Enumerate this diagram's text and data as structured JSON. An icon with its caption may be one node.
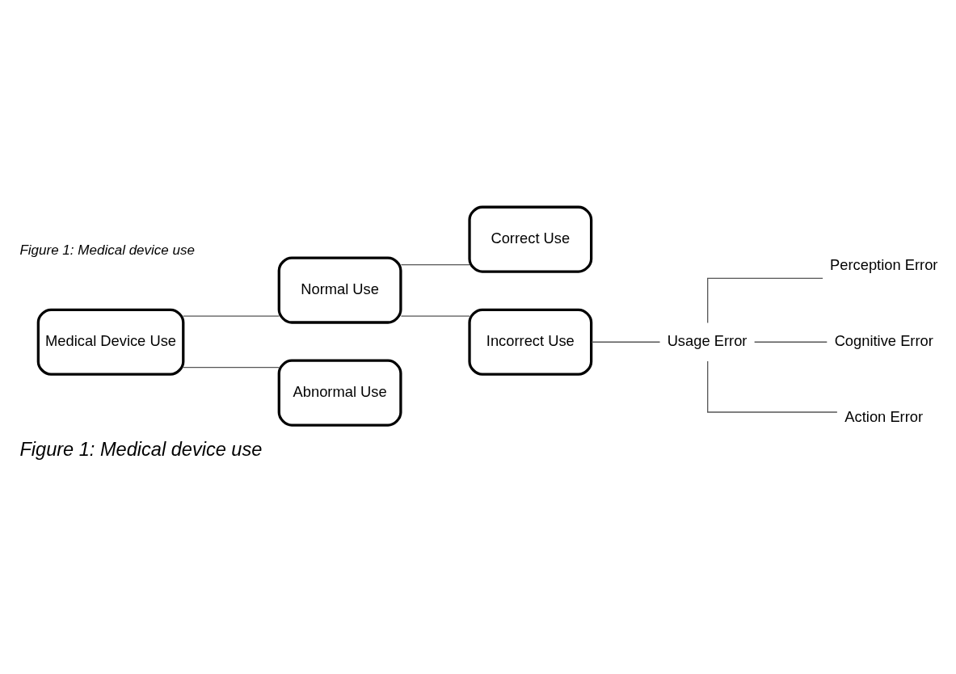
{
  "diagram": {
    "caption": "Figure 1: Medical device use",
    "nodes": [
      {
        "text": [
          "Medical Device Use"
        ]
      },
      {
        "text": [
          "Normal Use"
        ]
      },
      {
        "text": [
          "Abnormal Use"
        ]
      },
      {
        "text": [
          "Correct Use"
        ]
      },
      {
        "text": [
          "Incorrect Use"
        ]
      },
      {
        "text": [
          "Usage Error"
        ]
      },
      {
        "text": [
          "Perception Error"
        ]
      },
      {
        "text": [
          "Cognitive Error"
        ]
      },
      {
        "text": [
          "Action Error"
        ]
      }
    ],
    "edges": [
      {
        "from": 0,
        "to": 1,
        "arrow": "none"
      },
      {
        "from": 0,
        "to": 2,
        "arrow": "none"
      },
      {
        "from": 1,
        "to": 3,
        "arrow": "none"
      },
      {
        "from": 1,
        "to": 4,
        "arrow": "none"
      },
      {
        "from": 4,
        "to": 5,
        "arrow": "none"
      },
      {
        "from": 5,
        "to": 6,
        "arrow": "none"
      },
      {
        "from": 5,
        "to": 7,
        "arrow": "none"
      },
      {
        "from": 5,
        "to": 8,
        "arrow": "none"
      }
    ],
    "labels": [
      "Figure 1: Medical device use"
    ]
  }
}
